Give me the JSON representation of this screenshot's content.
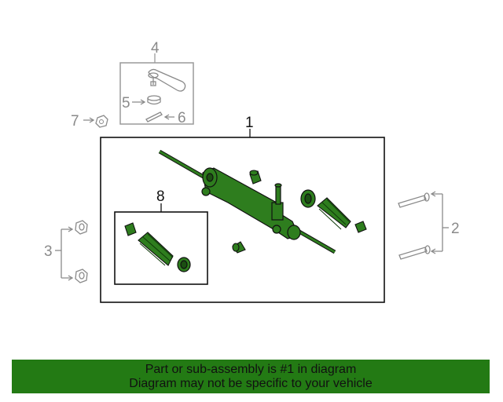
{
  "callouts": {
    "c1": "1",
    "c2": "2",
    "c3": "3",
    "c4": "4",
    "c5": "5",
    "c6": "6",
    "c7": "7",
    "c8": "8"
  },
  "banner": {
    "line1": "Part or sub-assembly is #1 in diagram",
    "line2": "Diagram may not be specific to your vehicle",
    "color": "#237a14"
  },
  "colors": {
    "part_green": "#2e7d1e",
    "outline_dark": "#111111",
    "outline_grey": "#8a8a8a"
  }
}
